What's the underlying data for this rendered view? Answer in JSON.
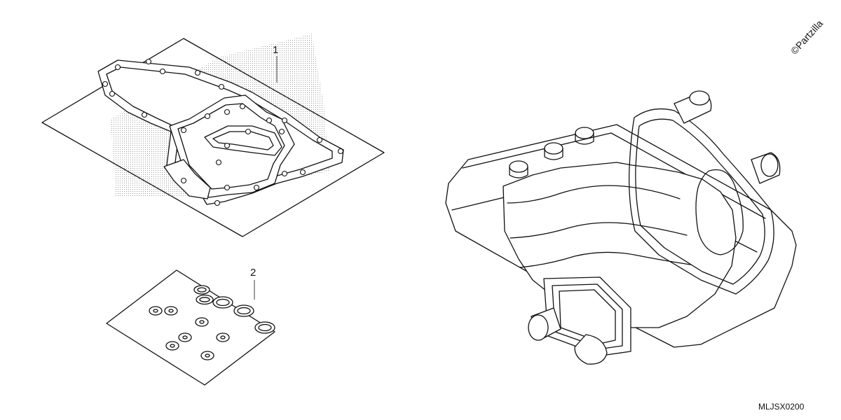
{
  "callouts": {
    "gasket_kit_a": "1",
    "gasket_kit_b": "2"
  },
  "diagram_code": "MLJSX0200",
  "watermark": "©Partzilla"
}
